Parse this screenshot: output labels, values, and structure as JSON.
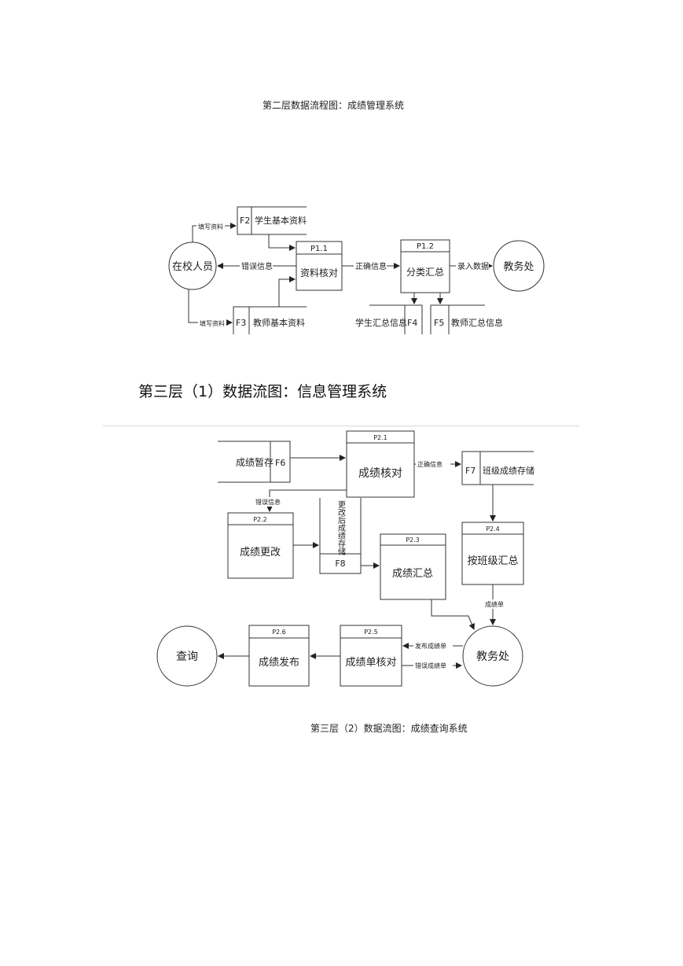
{
  "captions": {
    "level2": "第二层数据流程图：成绩管理系统",
    "level3_1": "第三层（1）数据流图：信息管理系统",
    "level3_2": "第三层（2）数据流图：成绩查询系统"
  },
  "diagram1": {
    "entities": {
      "staff": "在校人员",
      "office": "教务处"
    },
    "processes": {
      "p11": {
        "id": "P1.1",
        "label": "资料核对"
      },
      "p12": {
        "id": "P1.2",
        "label": "分类汇总"
      }
    },
    "stores": {
      "f2": {
        "id": "F2",
        "label": "学生基本资料"
      },
      "f3": {
        "id": "F3",
        "label": "教师基本资料"
      },
      "f4": {
        "id": "F4",
        "label": "学生汇总信息"
      },
      "f5": {
        "id": "F5",
        "label": "教师汇总信息"
      }
    },
    "flows": {
      "fill1": "填写资料",
      "fill2": "填写资料",
      "error": "错误信息",
      "correct": "正确信息",
      "input": "录入数据"
    }
  },
  "diagram2": {
    "entities": {
      "office": "教务处",
      "query": "查询"
    },
    "processes": {
      "p21": {
        "id": "P2.1",
        "label": "成绩核对"
      },
      "p22": {
        "id": "P2.2",
        "label": "成绩更改"
      },
      "p23": {
        "id": "P2.3",
        "label": "成绩汇总"
      },
      "p24": {
        "id": "P2.4",
        "label": "按班级汇总"
      },
      "p25": {
        "id": "P2.5",
        "label": "成绩单核对"
      },
      "p26": {
        "id": "P2.6",
        "label": "成绩发布"
      }
    },
    "stores": {
      "f6": {
        "id": "F6",
        "label": "成绩暂存"
      },
      "f7": {
        "id": "F7",
        "label": "班级成绩存储"
      },
      "f8": {
        "id": "F8",
        "label": "更改后成绩存储"
      }
    },
    "flows": {
      "correct": "正确信息",
      "error": "错误信息",
      "report": "成绩单",
      "issue": "发布成绩单",
      "wrong_report": "错误成绩单"
    }
  }
}
